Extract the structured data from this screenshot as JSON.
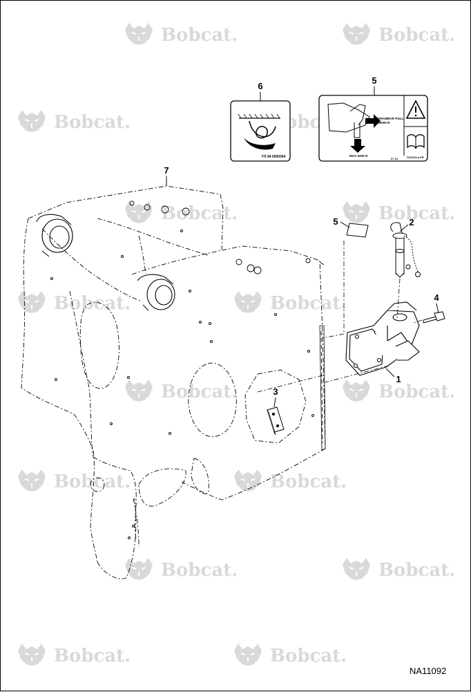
{
  "figure_id": "NA11092",
  "watermark": {
    "text": "Bobcat."
  },
  "callouts": {
    "part_1": "1",
    "part_2": "2",
    "part_3": "3",
    "part_4": "4",
    "part_5_decal": "5",
    "part_5_small": "5",
    "part_6": "6",
    "part_7": "7"
  },
  "decal_6": {
    "code": "7/3 94  0000344"
  },
  "decal_5": {
    "pull_line1": "DRAWBAR PULL",
    "pull_line2": "49000 N",
    "max_load": "MAX 6200 N",
    "part_no": "7311340 a-FR",
    "small_code": "07 16"
  },
  "colors": {
    "line": "#000000",
    "watermark": "#d9d9d9",
    "background": "#ffffff"
  },
  "icons": [
    "warning-triangle-icon",
    "manual-book-icon",
    "arrow-right-icon",
    "arrow-down-icon",
    "bobcat-logo-icon"
  ]
}
